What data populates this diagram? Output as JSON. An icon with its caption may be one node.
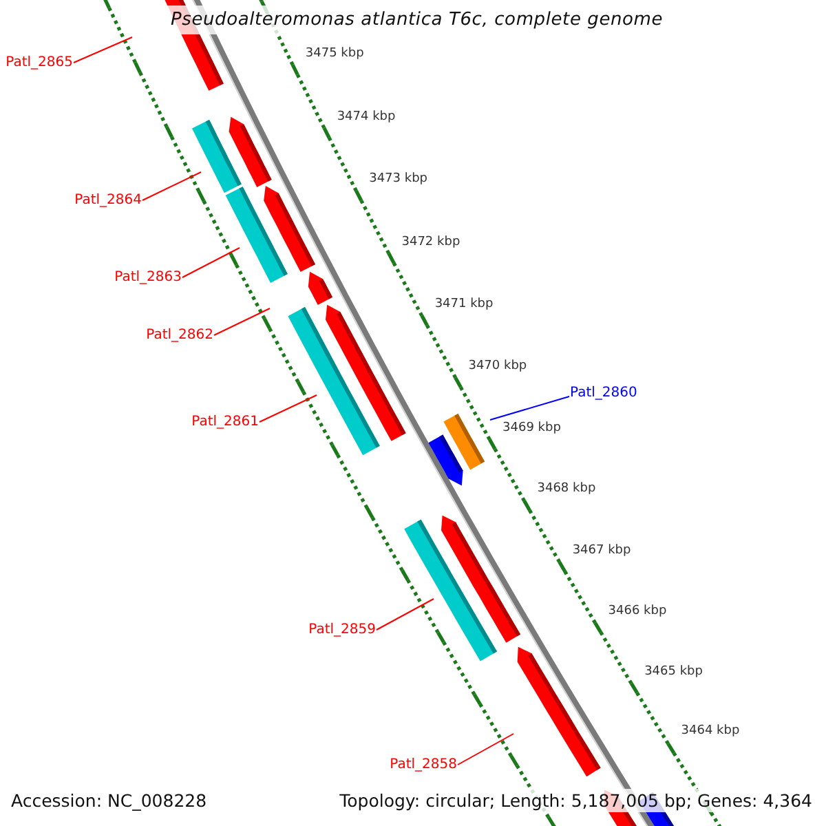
{
  "diagram": {
    "title": "Pseudoalteromonas atlantica T6c, complete genome",
    "nodes": [
      {
        "text": [
          "Patl_2865"
        ]
      },
      {
        "text": [
          "Patl_2864"
        ]
      },
      {
        "text": [
          "Patl_2863"
        ]
      },
      {
        "text": [
          "Patl_2862"
        ]
      },
      {
        "text": [
          "Patl_2860"
        ]
      },
      {
        "text": [
          "Patl_2861"
        ]
      },
      {
        "text": [
          "Patl_2859"
        ]
      },
      {
        "text": [
          "Patl_2858"
        ]
      }
    ],
    "edges": [
      {
        "from": 0,
        "to": null,
        "arrow": "none"
      },
      {
        "from": 1,
        "to": null,
        "arrow": "none"
      },
      {
        "from": 2,
        "to": null,
        "arrow": "none"
      },
      {
        "from": 3,
        "to": null,
        "arrow": "none"
      },
      {
        "from": 4,
        "to": null,
        "arrow": "none",
        "color": "#0000ff"
      },
      {
        "from": 5,
        "to": null,
        "arrow": "none"
      },
      {
        "from": 6,
        "to": null,
        "arrow": "none"
      },
      {
        "from": 7,
        "to": null,
        "arrow": "none"
      }
    ],
    "labels": [
      "3475 kbp",
      "3474 kbp",
      "3473 kbp",
      "3472 kbp",
      "3471 kbp",
      "3470 kbp",
      "3469 kbp",
      "3468 kbp",
      "3467 kbp",
      "3466 kbp",
      "3465 kbp",
      "3464 kbp",
      "Accession: NC_008228",
      "Topology: circular; Length: 5,187,005 bp; Genes: 4,364"
    ]
  }
}
